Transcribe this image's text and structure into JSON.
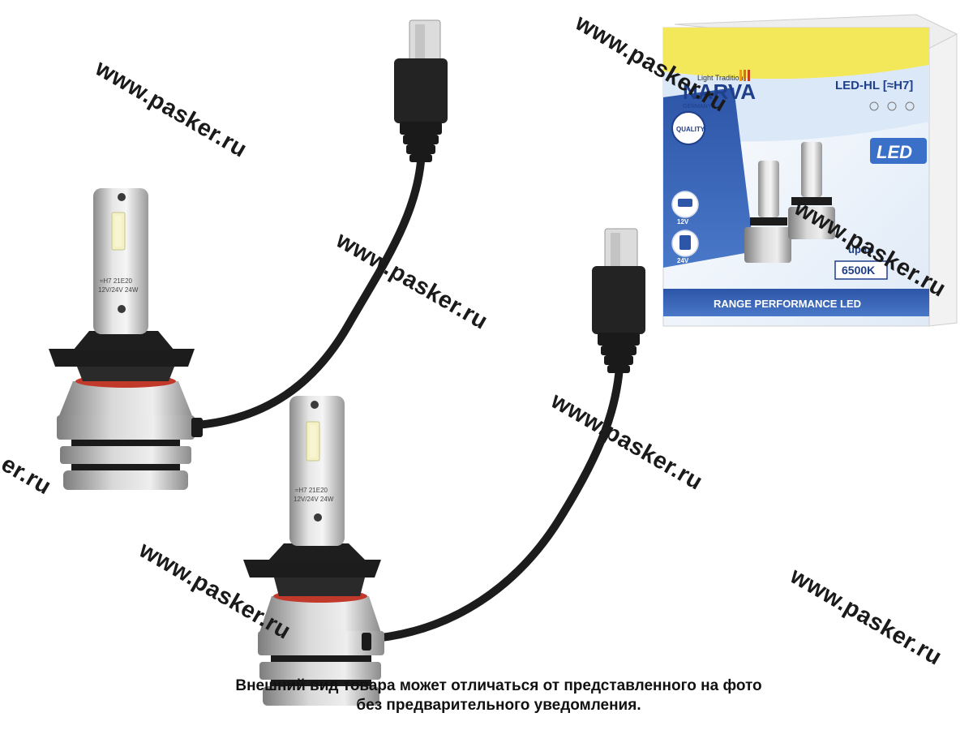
{
  "watermark": {
    "text": "www.pasker.ru",
    "text_partial": "er.ru"
  },
  "disclaimer": {
    "line1": "Внешний вид товара может отличаться от представленного на фото",
    "line2": "без предварительного уведомления."
  },
  "package": {
    "brand": "NARVA",
    "tagline": "Light Tradition",
    "origin": "GERMANY",
    "quality_badge": "QUALITY",
    "product": "LED-HL [≈H7]",
    "led_badge": "LED",
    "voltage_12": "12V",
    "voltage_24": "24V",
    "up_to": "up to",
    "color_temp": "6500K",
    "range": "RANGE PERFORMANCE LED"
  },
  "bulb": {
    "marking_line1": "≈H7  21E20",
    "marking_line2": "12V/24V 24W"
  },
  "colors": {
    "package_yellow": "#f3e85a",
    "package_blue": "#2a4fa0",
    "package_light_blue": "#e8f1fb",
    "cable": "#1c1c1c",
    "silver": "#c8c8c8"
  }
}
